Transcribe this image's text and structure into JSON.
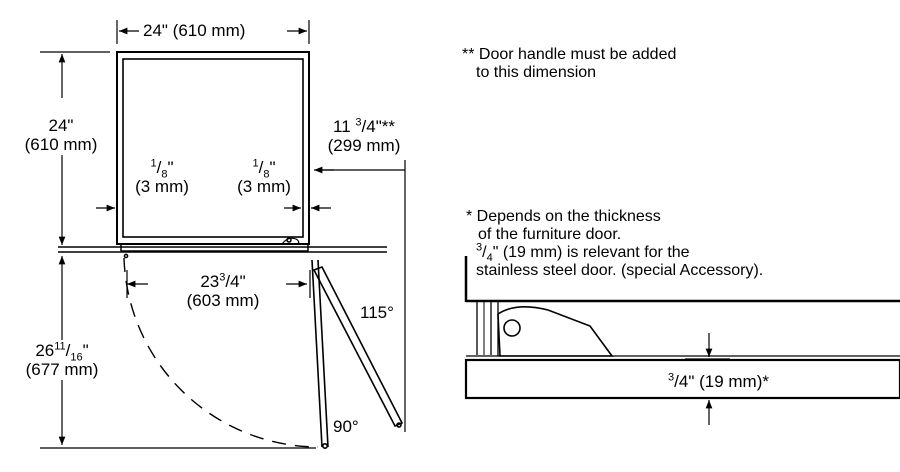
{
  "dimensions": {
    "top_width": "24\" (610 mm)",
    "left_depth": {
      "inches": "24\"",
      "mm": "(610 mm)"
    },
    "right_depth": {
      "whole": "11",
      "num": "3",
      "den": "4",
      "suffix": "\"**",
      "mm": "(299 mm)"
    },
    "gap_left": {
      "num": "1",
      "den": "8",
      "suffix": "\"",
      "mm": "(3 mm)"
    },
    "gap_right": {
      "num": "1",
      "den": "8",
      "suffix": "\"",
      "mm": "(3 mm)"
    },
    "inner_width": {
      "whole": "23",
      "num": "3",
      "den": "4",
      "suffix": "\"",
      "mm": "(603 mm)"
    },
    "door_swing": {
      "whole": "26",
      "num": "11",
      "den": "16",
      "suffix": "\"",
      "mm": "(677 mm)"
    },
    "angle_115": "115°",
    "angle_90": "90°",
    "door_thickness": {
      "num": "3",
      "den": "4",
      "suffix": "\" (19 mm)*"
    }
  },
  "notes": {
    "handle": [
      "** Door handle must be added",
      "to this dimension"
    ],
    "furniture": [
      "* Depends on the thickness",
      "of the furniture door."
    ],
    "steel_fraction": {
      "num": "3",
      "den": "4",
      "rest": "\" (19 mm) is relevant for the"
    },
    "steel_line2": "stainless steel door. (special Accessory)."
  }
}
